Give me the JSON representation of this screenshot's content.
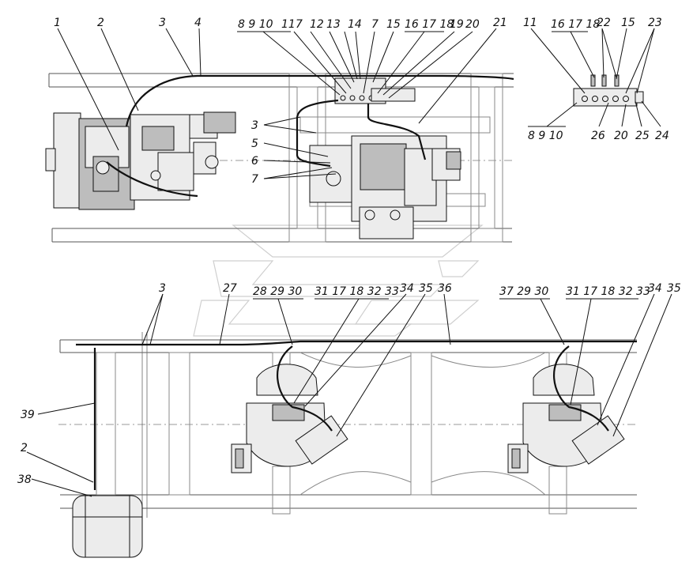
{
  "labels": {
    "top": {
      "l1": "1",
      "l2": "2",
      "l3": "3",
      "l4": "4",
      "g1": "8 9 10",
      "l11": "11",
      "l7a": "7",
      "l12": "12",
      "l13": "13",
      "l14": "14",
      "l7b": "7",
      "l15": "15",
      "g2": "16 17 18",
      "l19": "19",
      "l20": "20",
      "l21": "21",
      "l3b": "3",
      "l5": "5",
      "l6": "6",
      "l7c": "7"
    },
    "detail": {
      "l11": "11",
      "g3": "16 17 18",
      "l22": "22",
      "l15": "15",
      "l23": "23",
      "g4": "8 9 10",
      "l26": "26",
      "l20": "20",
      "l25": "25",
      "l24": "24"
    },
    "bottom": {
      "l3": "3",
      "l27": "27",
      "g5": "28 29 30",
      "g6": "31 17 18 32 33",
      "l34": "34",
      "l35": "35",
      "l36": "36",
      "g7": "37 29 30",
      "g8": "31 17 18 32 33",
      "l34b": "34",
      "l35b": "35",
      "l39": "39",
      "l2": "2",
      "l38": "38"
    }
  }
}
